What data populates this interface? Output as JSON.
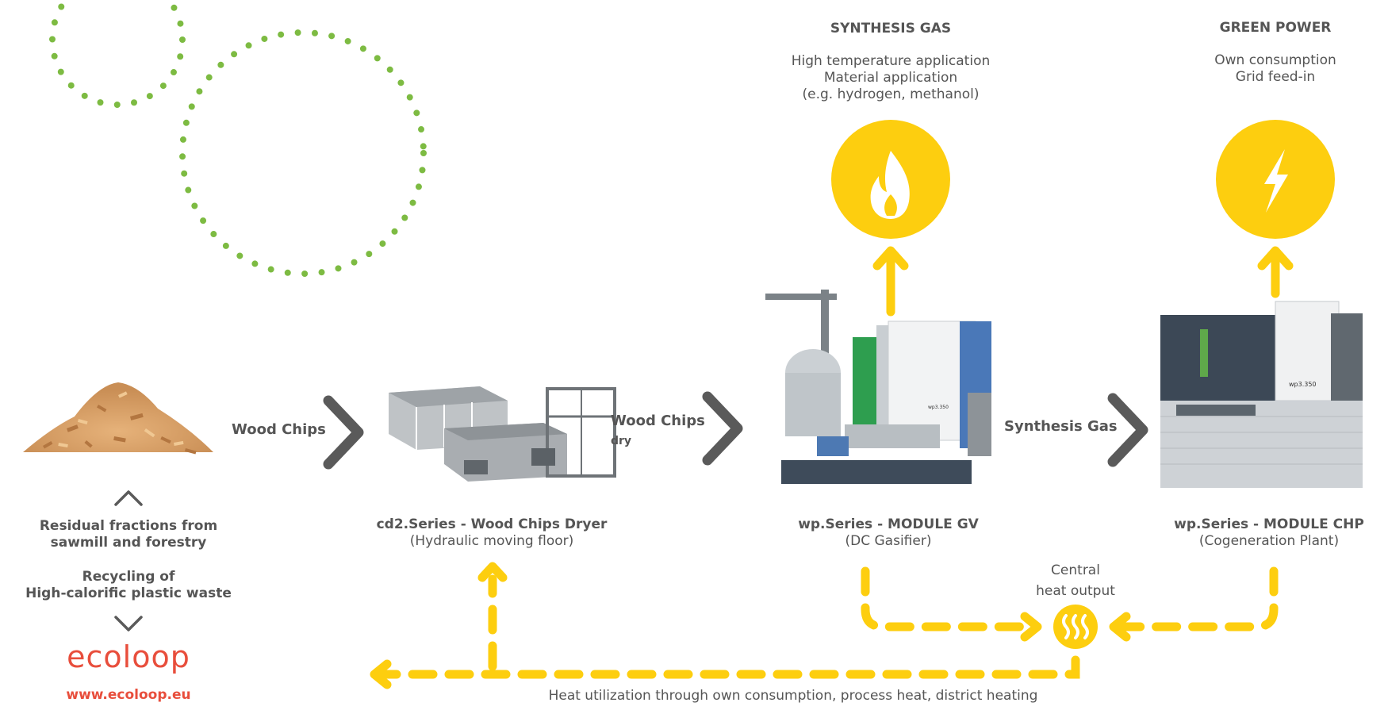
{
  "colors": {
    "accent_yellow": "#FDCE0F",
    "arrow_gray": "#5A5A5A",
    "dots_green": "#7DBB42",
    "brand_red": "#E84E3C",
    "text_gray": "#555555"
  },
  "top": {
    "synthesis": {
      "title": "SYNTHESIS GAS",
      "lines": [
        "High temperature application",
        "Material application",
        "(e.g. hydrogen, methanol)"
      ],
      "icon": "flame-icon"
    },
    "power": {
      "title": "GREEN POWER",
      "lines": [
        "Own consumption",
        "Grid feed-in"
      ],
      "icon": "lightning-icon"
    }
  },
  "flow": {
    "wood_chips": "Wood Chips",
    "wood_chips_dry": "Wood Chips",
    "dry": "dry",
    "synthesis_gas": "Synthesis Gas"
  },
  "machines": {
    "dryer": {
      "title": "cd2.Series - Wood Chips Dryer",
      "subtitle": "(Hydraulic moving floor)"
    },
    "gasifier": {
      "title": "wp.Series - MODULE GV",
      "subtitle": "(DC Gasifier)",
      "badge": "wp3.350"
    },
    "chp": {
      "title": "wp.Series - MODULE CHP",
      "subtitle": "(Cogeneration Plant)",
      "badge": "wp3.350"
    }
  },
  "left": {
    "residual": [
      "Residual fractions from",
      "sawmill and forestry"
    ],
    "recycling": [
      "Recycling of",
      "High-calorific plastic waste"
    ],
    "brand": "ecoloop",
    "url": "www.ecoloop.eu"
  },
  "heat": {
    "central": [
      "Central",
      "heat output"
    ],
    "bottom_caption": "Heat utilization through own consumption, process heat, district heating",
    "icon": "heat-waves-icon"
  }
}
